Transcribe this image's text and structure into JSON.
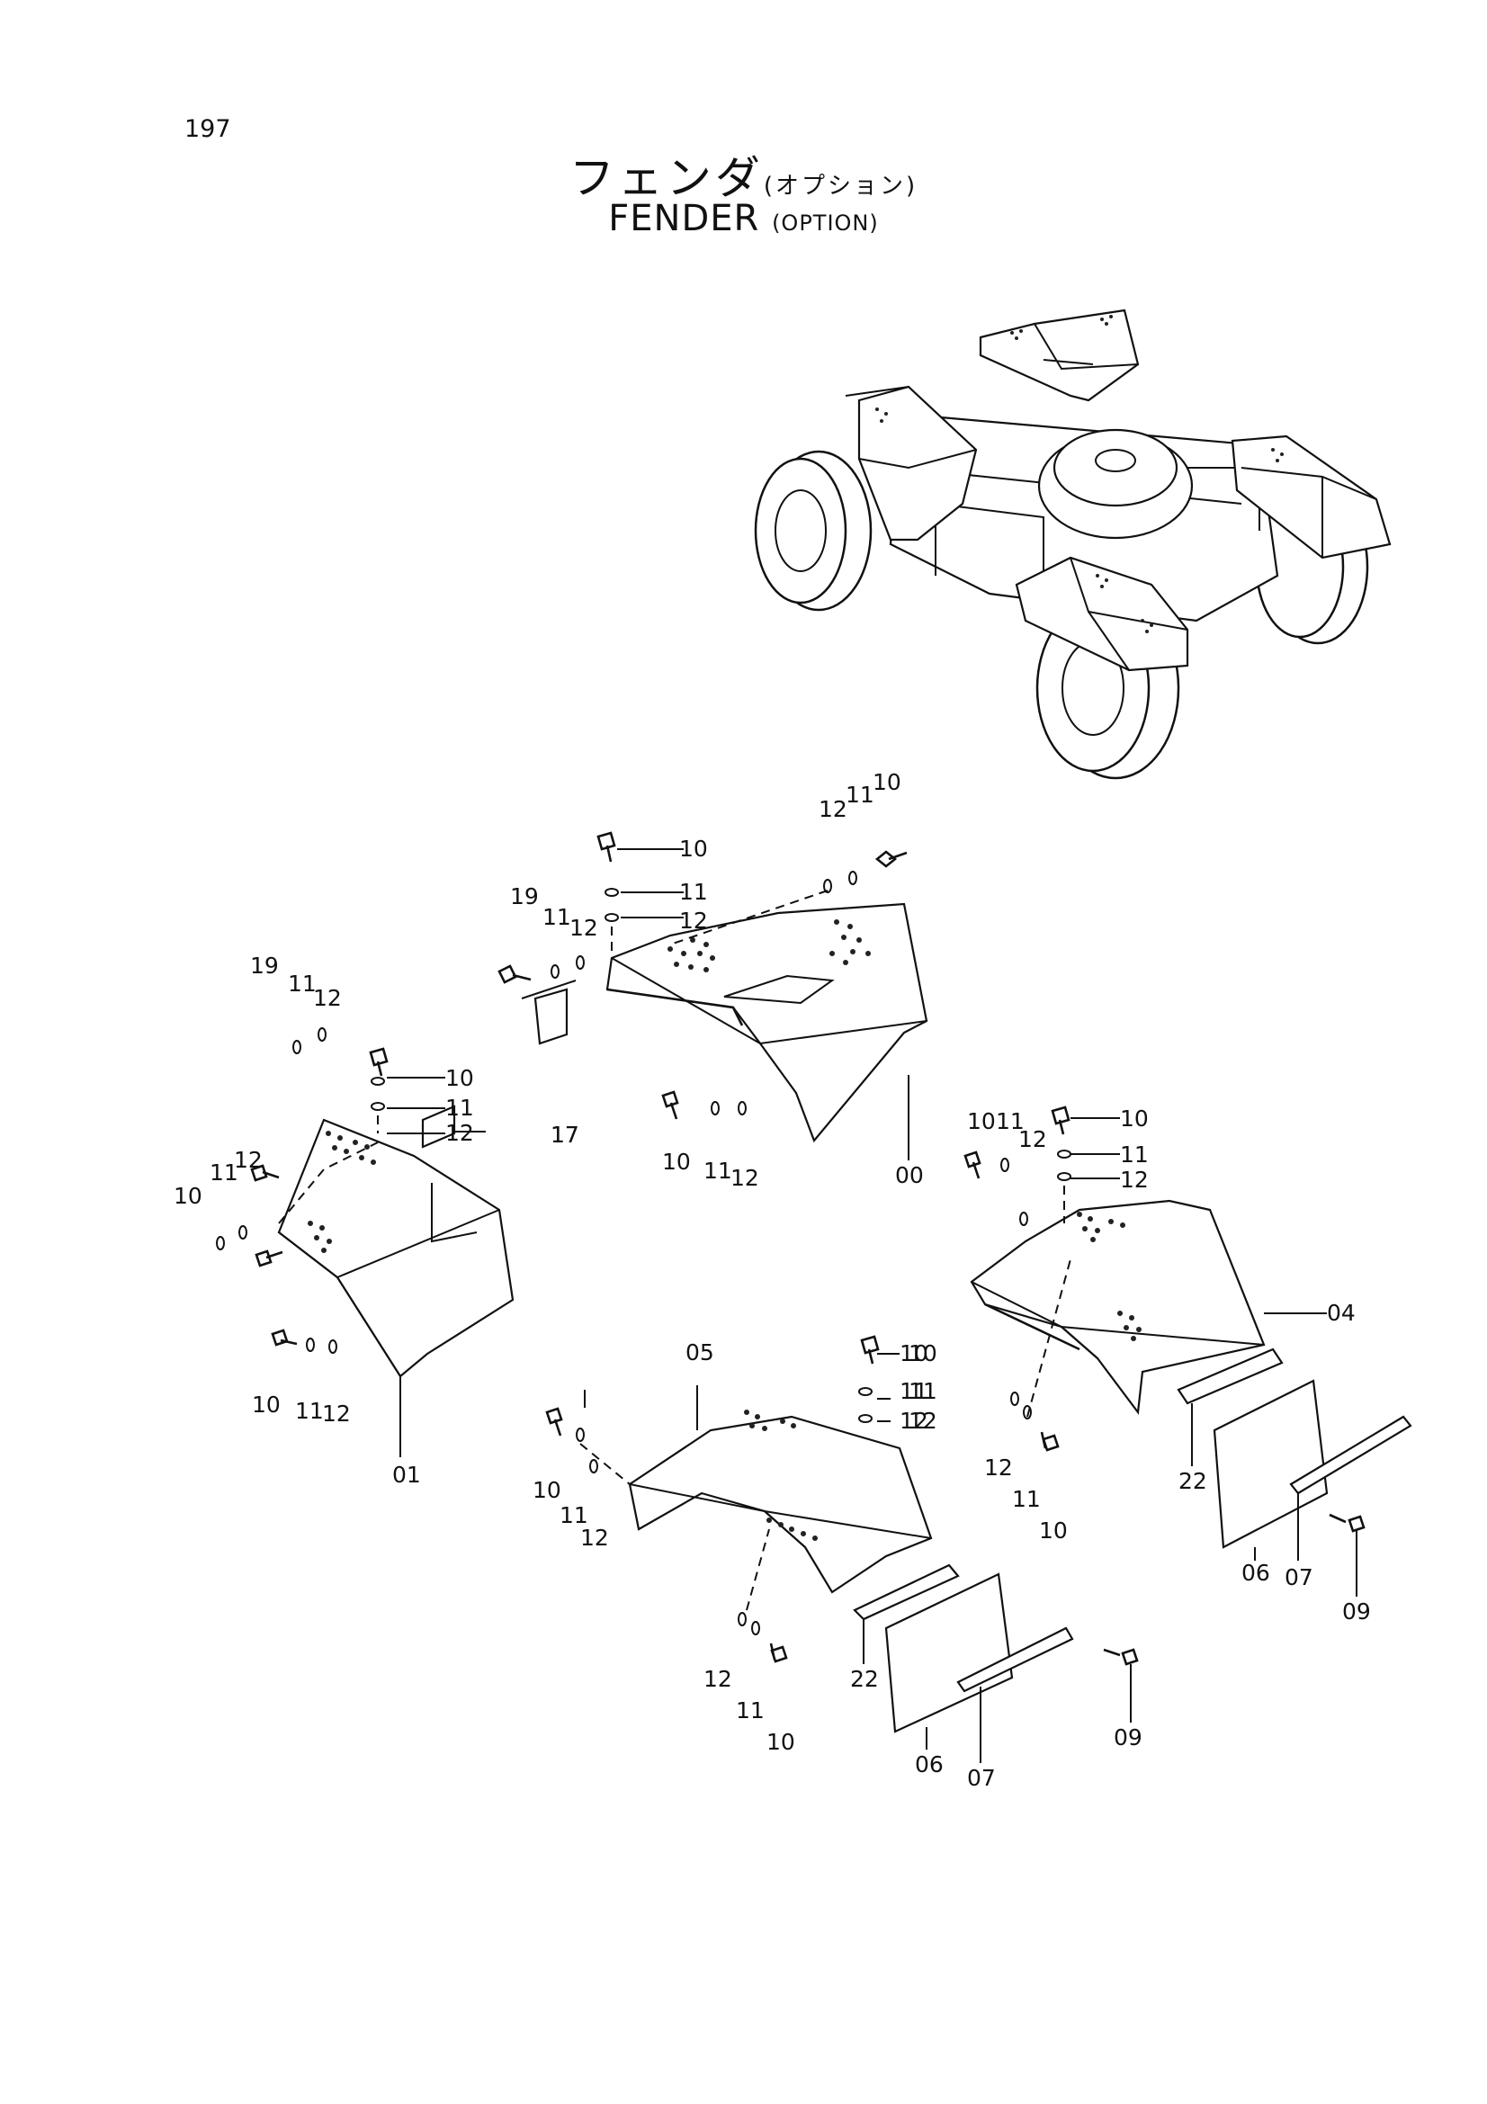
{
  "page": {
    "number": "197"
  },
  "title": {
    "jp_main": "フェンダ",
    "jp_sub": "(オプション)",
    "en_main": "FENDER",
    "en_sub": "(OPTION)"
  },
  "callouts": [
    {
      "id": "c-10a",
      "text": "10"
    },
    {
      "id": "c-11a",
      "text": "11"
    },
    {
      "id": "c-12a",
      "text": "12"
    },
    {
      "id": "c-12b",
      "text": "12"
    },
    {
      "id": "c-11b",
      "text": "11"
    },
    {
      "id": "c-10b",
      "text": "10"
    },
    {
      "id": "c-19a",
      "text": "19"
    },
    {
      "id": "c-11c",
      "text": "11"
    },
    {
      "id": "c-12c",
      "text": "12"
    },
    {
      "id": "c-17a",
      "text": "17"
    },
    {
      "id": "c-10c",
      "text": "10"
    },
    {
      "id": "c-11d",
      "text": "11"
    },
    {
      "id": "c-12d",
      "text": "12"
    },
    {
      "id": "c-00",
      "text": "00"
    },
    {
      "id": "c-19b",
      "text": "19"
    },
    {
      "id": "c-11e",
      "text": "11"
    },
    {
      "id": "c-12e",
      "text": "12"
    },
    {
      "id": "c-10d",
      "text": "10"
    },
    {
      "id": "c-11f",
      "text": "11"
    },
    {
      "id": "c-12f",
      "text": "12"
    },
    {
      "id": "c-17b",
      "text": "17"
    },
    {
      "id": "c-10e",
      "text": "10"
    },
    {
      "id": "c-11g",
      "text": "11"
    },
    {
      "id": "c-12g",
      "text": "12"
    },
    {
      "id": "c-10f",
      "text": "10"
    },
    {
      "id": "c-11h",
      "text": "11"
    },
    {
      "id": "c-12h",
      "text": "12"
    },
    {
      "id": "c-10g",
      "text": "10"
    },
    {
      "id": "c-11i",
      "text": "11"
    },
    {
      "id": "c-12i",
      "text": "12"
    },
    {
      "id": "c-01",
      "text": "01"
    },
    {
      "id": "c-10h",
      "text": "10"
    },
    {
      "id": "c-11j",
      "text": "11"
    },
    {
      "id": "c-12j",
      "text": "12"
    },
    {
      "id": "c-10i",
      "text": "10"
    },
    {
      "id": "c-11k",
      "text": "11"
    },
    {
      "id": "c-12k",
      "text": "12"
    },
    {
      "id": "c-04",
      "text": "04"
    },
    {
      "id": "c-12l",
      "text": "12"
    },
    {
      "id": "c-11l",
      "text": "11"
    },
    {
      "id": "c-10j",
      "text": "10"
    },
    {
      "id": "c-22a",
      "text": "22"
    },
    {
      "id": "c-06a",
      "text": "06"
    },
    {
      "id": "c-07a",
      "text": "07"
    },
    {
      "id": "c-09a",
      "text": "09"
    },
    {
      "id": "c-05",
      "text": "05"
    },
    {
      "id": "c-10k",
      "text": "10"
    },
    {
      "id": "c-11m",
      "text": "11"
    },
    {
      "id": "c-12m",
      "text": "12"
    },
    {
      "id": "c-10l",
      "text": "10"
    },
    {
      "id": "c-11n",
      "text": "11"
    },
    {
      "id": "c-12n",
      "text": "12"
    },
    {
      "id": "c-12o",
      "text": "12"
    },
    {
      "id": "c-11o",
      "text": "11"
    },
    {
      "id": "c-10m",
      "text": "10"
    },
    {
      "id": "c-22b",
      "text": "22"
    },
    {
      "id": "c-06b",
      "text": "06"
    },
    {
      "id": "c-07b",
      "text": "07"
    },
    {
      "id": "c-09b",
      "text": "09"
    }
  ]
}
